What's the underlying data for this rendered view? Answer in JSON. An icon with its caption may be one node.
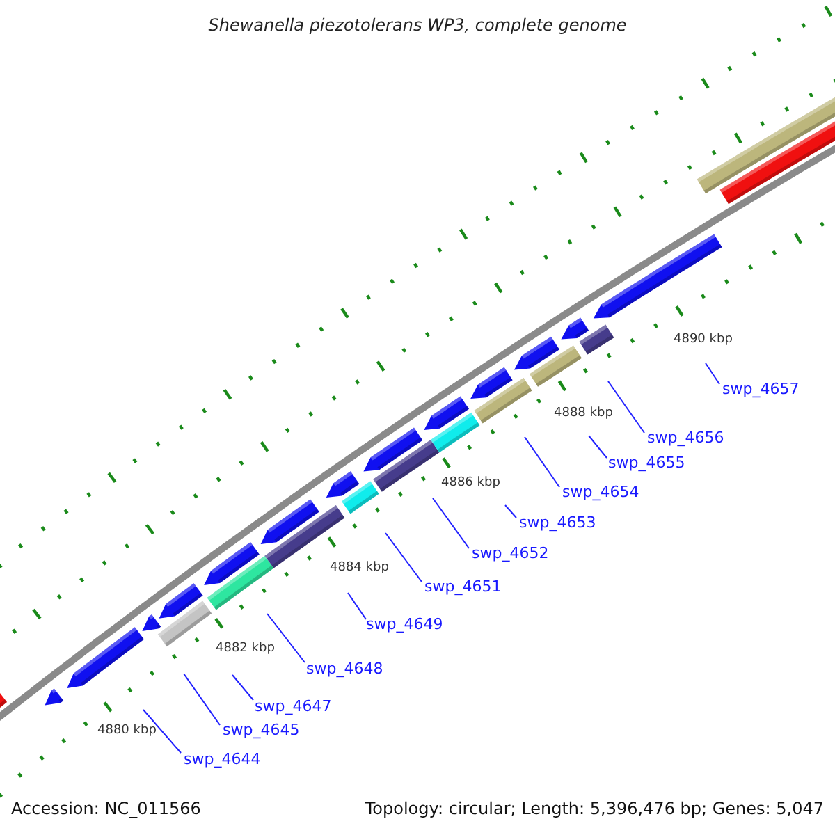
{
  "diagram": {
    "title": "Shewanella piezotolerans WP3, complete genome",
    "nodes": [
      {
        "text": [
          "swp_4644"
        ]
      },
      {
        "text": [
          "swp_4645"
        ]
      },
      {
        "text": [
          "swp_4647"
        ]
      },
      {
        "text": [
          "swp_4648"
        ]
      },
      {
        "text": [
          "swp_4649"
        ]
      },
      {
        "text": [
          "swp_4651"
        ]
      },
      {
        "text": [
          "swp_4652"
        ]
      },
      {
        "text": [
          "swp_4653"
        ]
      },
      {
        "text": [
          "swp_4654"
        ]
      },
      {
        "text": [
          "swp_4655"
        ]
      },
      {
        "text": [
          "swp_4656"
        ]
      },
      {
        "text": [
          "swp_4657"
        ]
      }
    ],
    "edges": [
      {
        "from": 0,
        "to": null,
        "arrow": "none"
      },
      {
        "from": 1,
        "to": null,
        "arrow": "none"
      },
      {
        "from": 2,
        "to": null,
        "arrow": "none"
      },
      {
        "from": 3,
        "to": null,
        "arrow": "none"
      },
      {
        "from": 4,
        "to": null,
        "arrow": "none"
      },
      {
        "from": 5,
        "to": null,
        "arrow": "none"
      },
      {
        "from": 6,
        "to": null,
        "arrow": "none"
      },
      {
        "from": 7,
        "to": null,
        "arrow": "none"
      },
      {
        "from": 8,
        "to": null,
        "arrow": "none"
      },
      {
        "from": 9,
        "to": null,
        "arrow": "none"
      },
      {
        "from": 10,
        "to": null,
        "arrow": "none"
      },
      {
        "from": 11,
        "to": null,
        "arrow": "none"
      }
    ],
    "labels": [
      "4890 kbp",
      "4888 kbp",
      "4886 kbp",
      "4884 kbp",
      "4882 kbp",
      "4880 kbp",
      "Accession: NC_011566",
      "Topology: circular; Length: 5,396,476 bp; Genes: 5,047"
    ]
  }
}
